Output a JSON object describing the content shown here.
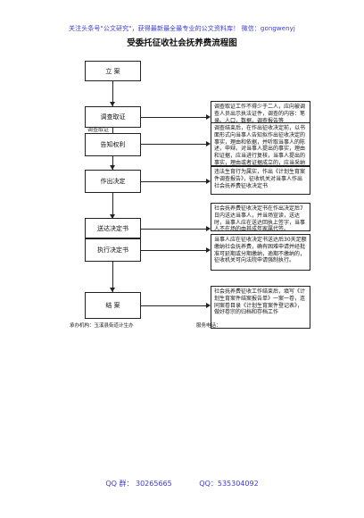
{
  "banner": "关注头条号\"公文研究\"，获得最新最全最专业的公文资料库！ 微信：gongwenyj",
  "title": "受委托征收社会抚养费流程图",
  "steps": {
    "s1": "立  案",
    "s2": "调查取证",
    "s3": "告知权利",
    "s4": "作出决定",
    "s5": "送达决定书",
    "s6": "执行决定书",
    "s7": "结    案"
  },
  "overlap_text": "调查取证",
  "notes": {
    "n1": "调查取证工作不得少于二人，应向被调查人员出示执法证件，调查的内容：笔录。人口，数据，调查报告等",
    "n2": "调查结束后，在作出征收决定前，以书面形式向当事人告知拟作出征收决定的事实，理由和依据，并听取当事人的陈述，申辩。对当事人提出的事实，理由和证据，应当进行复核，当事人提出的事实，理由或者证据成立的，应当采纳",
    "n3": "违法生育行为属实，作出《计划生育案件调查报告》，征收机关对当事人作出社会抚养费征收决定书",
    "n4": "社会抚养费征收决定书在作出决定后7日内送达当事人，并当场宣读，送达时，当事人应在送达回执上签字，当事人不在场的由其成年家属代签。",
    "n5": "当事人应在征收决定书送达后30天足额缴纳社会抚养费，确有困难申请并经批准可延期或分期缴纳，逾期不缴纳的，征收机关可向法院申请强制执行。",
    "n6": "社会抚养费征收工作结束后，填写《计划生育案件结案报告单》一案一卷，连同案卷目录《计划生育案件登记表》，做好卷宗的归档和存档工作"
  },
  "footer_left": "承办机构：玉溪县街道计生办",
  "footer_right": "服务电话：",
  "qq_group": "QQ 群： 30265665",
  "qq": "QQ：535304092"
}
